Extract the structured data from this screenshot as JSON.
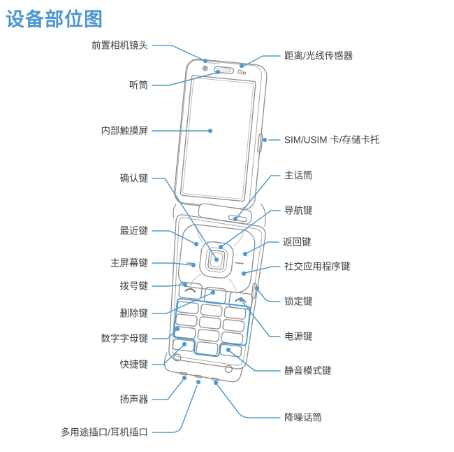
{
  "page_title": "设备部位图",
  "labels": {
    "front_camera": "前置相机镜头",
    "earpiece": "听筒",
    "touchscreen": "内部触摸屏",
    "ok_key": "确认键",
    "recents_key": "最近键",
    "home_key": "主屏幕键",
    "dial_key": "拨号键",
    "delete_key": "删除键",
    "alphanumeric_keys": "数字字母键",
    "shortcut_key": "快捷键",
    "speaker": "扬声器",
    "multipurpose_jack": "多用途插口/耳机插口",
    "proximity_light_sensor": "距离/光线传感器",
    "sim_card_tray": "SIM/USIM 卡/存储卡托",
    "main_mic": "主话筒",
    "nav_key": "导航键",
    "back_key": "返回键",
    "social_app_key": "社交应用程序键",
    "lock_key": "锁定键",
    "power_key": "电源键",
    "silent_mode_key": "静音模式键",
    "noise_mic": "降噪话筒"
  },
  "colors": {
    "title_blue": "#4f96d0",
    "callout_blue": "#4d9bd3",
    "keypad_highlight_blue": "#3d9ad6",
    "phone_outline_gray": "#8c8c8c",
    "label_text": "#3d3d3d",
    "background": "#ffffff"
  }
}
